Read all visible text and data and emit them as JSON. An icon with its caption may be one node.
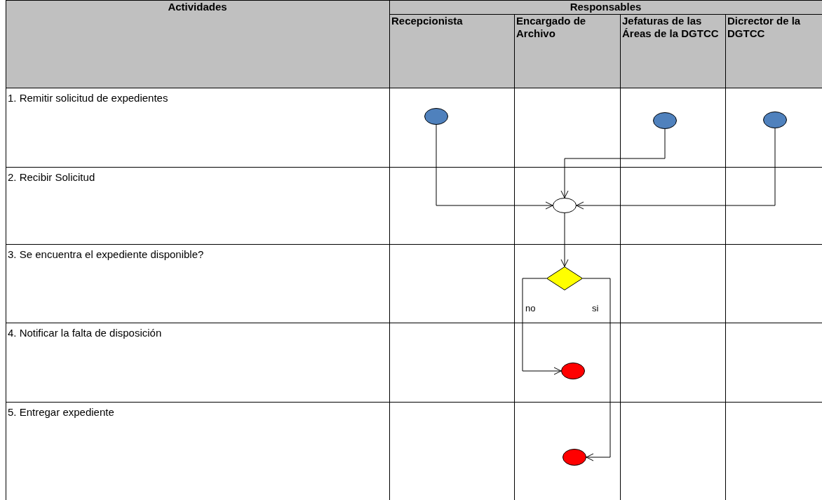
{
  "diagram": {
    "nodes": [
      {
        "text": [],
        "shape": "circle"
      },
      {
        "text": [],
        "shape": "circle"
      },
      {
        "text": [],
        "shape": "circle"
      },
      {
        "text": [],
        "shape": "circle"
      },
      {
        "text": [],
        "shape": "diamond"
      },
      {
        "text": [],
        "shape": "circle"
      },
      {
        "text": [],
        "shape": "circle"
      }
    ],
    "edges": [
      {
        "from": 0,
        "to": 3,
        "arrow": "to"
      },
      {
        "from": 1,
        "to": 3,
        "arrow": "to"
      },
      {
        "from": 2,
        "to": 3,
        "arrow": "to"
      },
      {
        "from": 3,
        "to": 4,
        "arrow": "to"
      },
      {
        "from": 4,
        "to": 5,
        "arrow": "to",
        "label": "no"
      },
      {
        "from": 4,
        "to": 6,
        "arrow": "to",
        "label": "si"
      }
    ],
    "labels": [
      "Actividades",
      "Responsables",
      "Recepcionista",
      "Encargado de Archivo",
      "Jefaturas de las Áreas de la DGTCC",
      "Dicrector de la DGTCC",
      "1. Remitir solicitud de expedientes",
      "2. Recibir Solicitud",
      "3. Se encuentra el expediente disponible?",
      "4. Notificar la falta de disposición",
      "5. Entregar expediente"
    ]
  }
}
